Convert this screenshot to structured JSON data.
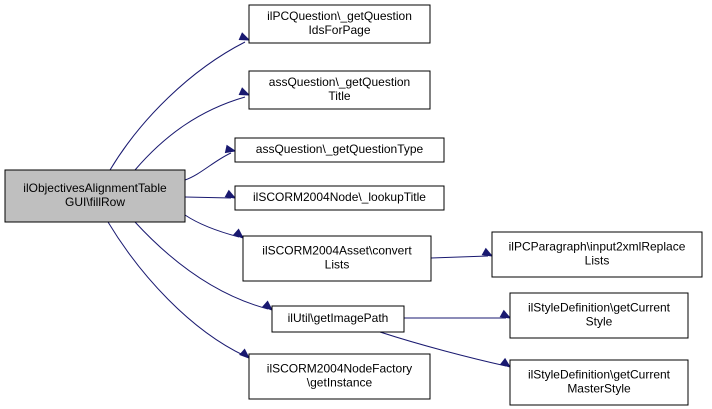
{
  "diagram": {
    "nodes": [
      {
        "id": "root",
        "lines": [
          "ilObjectivesAlignmentTable",
          "GUI\\fillRow"
        ],
        "root": true
      },
      {
        "id": "n1",
        "lines": [
          "ilPCQuestion\\_getQuestion",
          "IdsForPage"
        ]
      },
      {
        "id": "n2",
        "lines": [
          "assQuestion\\_getQuestion",
          "Title"
        ]
      },
      {
        "id": "n3",
        "lines": [
          "assQuestion\\_getQuestionType"
        ]
      },
      {
        "id": "n4",
        "lines": [
          "ilSCORM2004Node\\_lookupTitle"
        ]
      },
      {
        "id": "n5",
        "lines": [
          "ilSCORM2004Asset\\convert",
          "Lists"
        ]
      },
      {
        "id": "n6",
        "lines": [
          "ilPCParagraph\\input2xmlReplace",
          "Lists"
        ]
      },
      {
        "id": "n7",
        "lines": [
          "ilUtil\\getImagePath"
        ]
      },
      {
        "id": "n8",
        "lines": [
          "ilStyleDefinition\\getCurrent",
          "Style"
        ]
      },
      {
        "id": "n9",
        "lines": [
          "ilStyleDefinition\\getCurrent",
          "MasterStyle"
        ]
      },
      {
        "id": "n10",
        "lines": [
          "ilSCORM2004NodeFactory",
          "\\getInstance"
        ]
      }
    ],
    "edges": [
      {
        "from": "root",
        "to": "n1"
      },
      {
        "from": "root",
        "to": "n2"
      },
      {
        "from": "root",
        "to": "n3"
      },
      {
        "from": "root",
        "to": "n4"
      },
      {
        "from": "root",
        "to": "n5"
      },
      {
        "from": "root",
        "to": "n7"
      },
      {
        "from": "root",
        "to": "n10"
      },
      {
        "from": "n5",
        "to": "n6"
      },
      {
        "from": "n7",
        "to": "n8"
      },
      {
        "from": "n7",
        "to": "n9"
      }
    ]
  }
}
